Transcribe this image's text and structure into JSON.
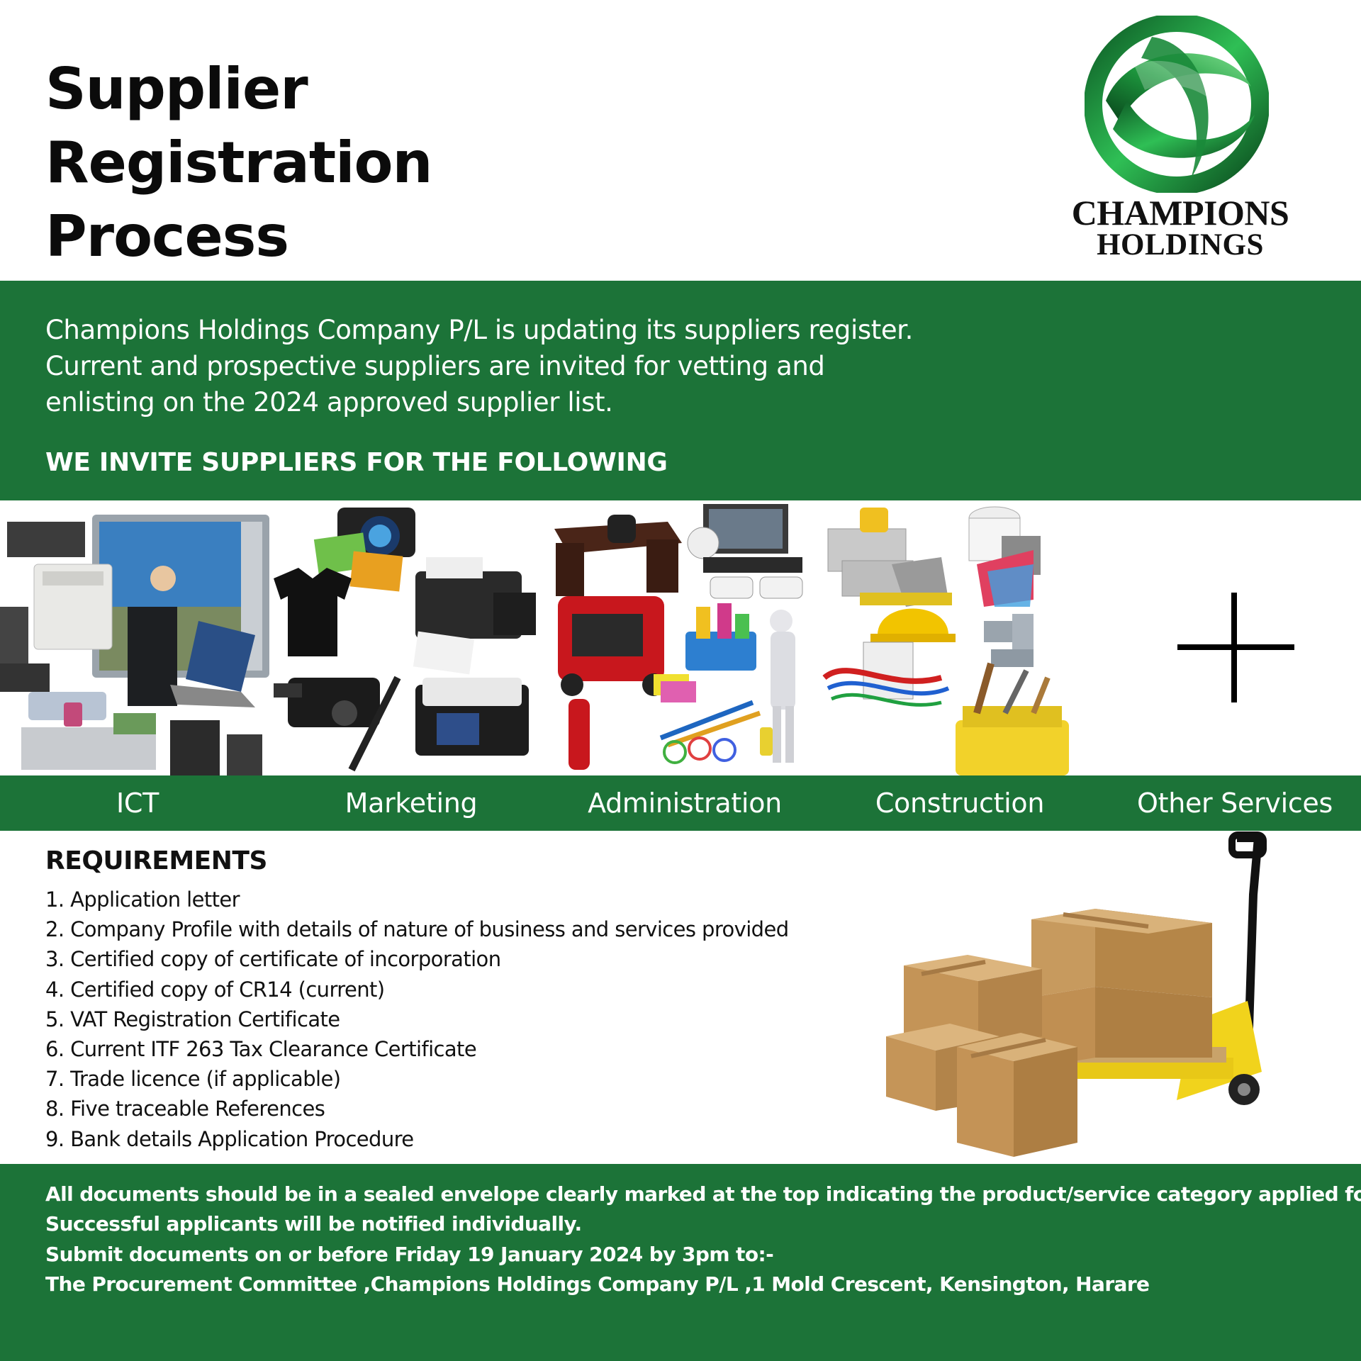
{
  "header": {
    "title_lines": [
      "Supplier",
      "Registration",
      "Process"
    ],
    "logo": {
      "name_line1": "CHAMPIONS",
      "name_line2": "HOLDINGS",
      "icon": "green-swirl-globe-logo"
    }
  },
  "intro": {
    "lines": [
      "Champions Holdings Company P/L is updating its suppliers register.",
      "Current and prospective suppliers are invited for vetting and",
      "enlisting on the 2024 approved supplier list."
    ],
    "invite_heading": "WE INVITE SUPPLIERS FOR THE FOLLOWING"
  },
  "categories": [
    {
      "label": "ICT",
      "icon": "ict-equipment-collage"
    },
    {
      "label": "Marketing",
      "icon": "marketing-printing-collage"
    },
    {
      "label": "Administration",
      "icon": "administration-office-collage"
    },
    {
      "label": "Construction",
      "icon": "construction-tools-collage"
    },
    {
      "label": "Other Services",
      "icon": "plus-icon"
    }
  ],
  "requirements": {
    "title": "REQUIREMENTS",
    "items": [
      "1. Application letter",
      "2. Company Profile with details of nature of business and services provided",
      "3. Certified copy of certificate of incorporation",
      "4. Certified copy of CR14 (current)",
      "5. VAT Registration Certificate",
      "6. Current ITF 263 Tax Clearance Certificate",
      "7. Trade licence (if applicable)",
      "8. Five traceable References",
      "9. Bank details Application Procedure"
    ],
    "illustration": "boxes-and-pallet-jack"
  },
  "footer": {
    "lines": [
      "All documents should be in a sealed envelope clearly marked at the top indicating the product/service category applied for.",
      "Successful applicants will be notified individually.",
      "Submit documents on or before Friday 19 January 2024 by 3pm to:-",
      "The Procurement Committee ,Champions Holdings Company P/L ,1 Mold Crescent, Kensington, Harare"
    ]
  },
  "colors": {
    "brand_green": "#1c7338",
    "text_dark": "#111111",
    "logo_green": "#2fa84a"
  }
}
